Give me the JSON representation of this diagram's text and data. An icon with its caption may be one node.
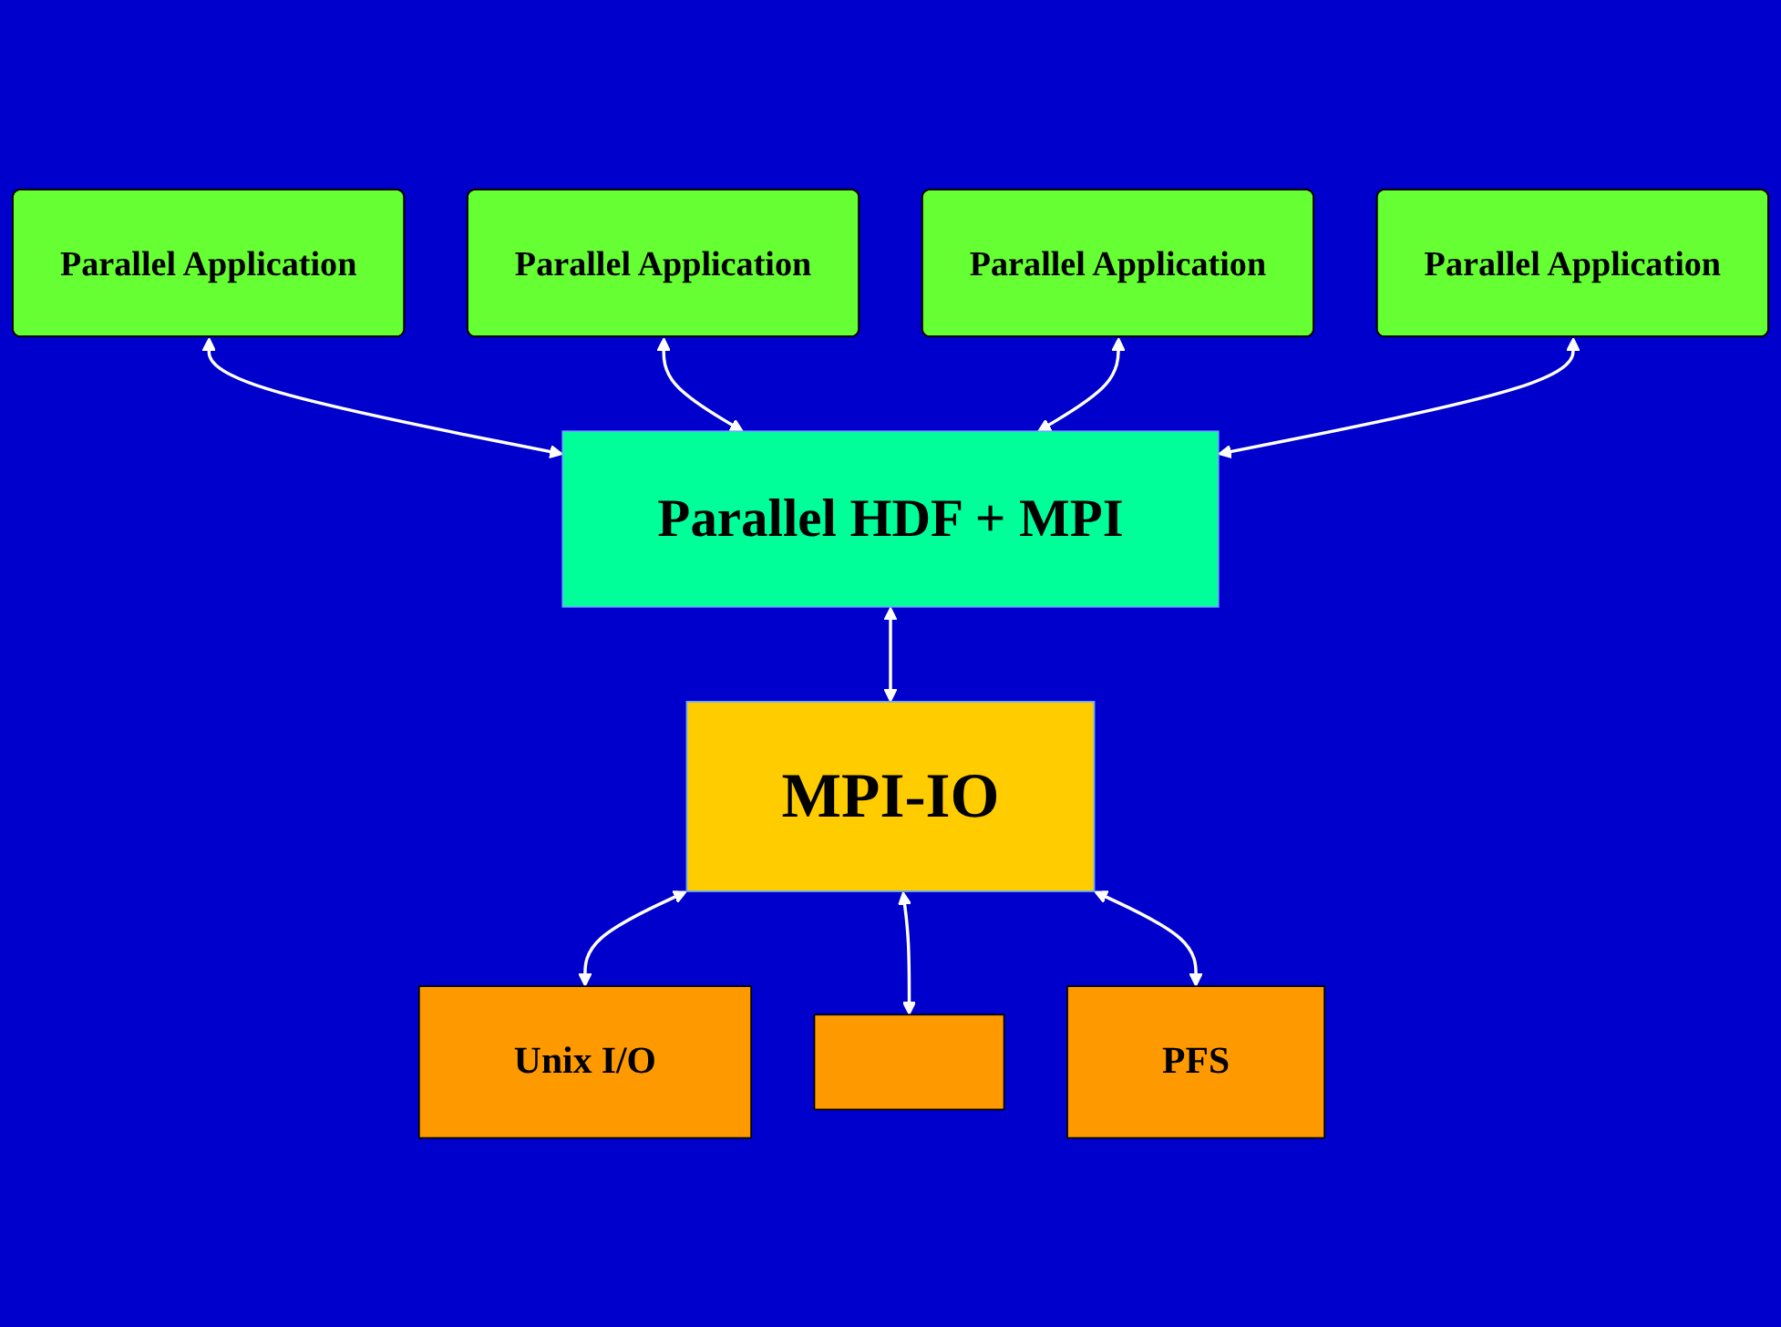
{
  "diagram": {
    "nodes": [
      {
        "text": [
          "Parallel Application"
        ]
      },
      {
        "text": [
          "Parallel Application"
        ]
      },
      {
        "text": [
          "Parallel Application"
        ]
      },
      {
        "text": [
          "Parallel Application"
        ]
      },
      {
        "text": [
          "Parallel HDF + MPI"
        ]
      },
      {
        "text": [
          "MPI-IO"
        ]
      },
      {
        "text": [
          "Unix I/O"
        ]
      },
      {
        "text": [],
        "shape": "box"
      },
      {
        "text": [
          "PFS"
        ]
      }
    ],
    "edges": [
      {
        "from": 0,
        "to": 4,
        "arrow": "both"
      },
      {
        "from": 1,
        "to": 4,
        "arrow": "both"
      },
      {
        "from": 2,
        "to": 4,
        "arrow": "both"
      },
      {
        "from": 3,
        "to": 4,
        "arrow": "both"
      },
      {
        "from": 4,
        "to": 5,
        "arrow": "both"
      },
      {
        "from": 5,
        "to": 6,
        "arrow": "both"
      },
      {
        "from": 5,
        "to": 7,
        "arrow": "both"
      },
      {
        "from": 5,
        "to": 8,
        "arrow": "both"
      }
    ]
  }
}
